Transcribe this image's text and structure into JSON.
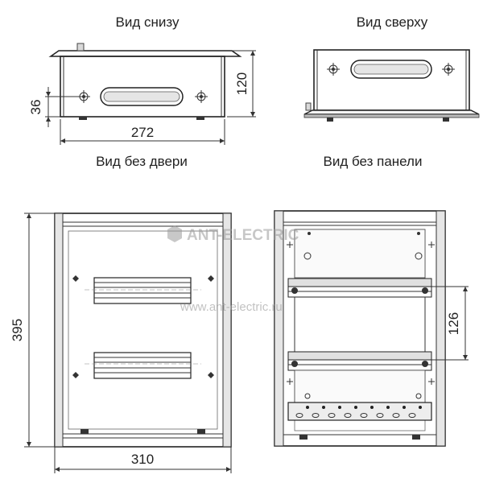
{
  "views": {
    "bottom_label": "Вид снизу",
    "top_label": "Вид сверху",
    "no_door_label": "Вид без двери",
    "no_panel_label": "Вид без панели"
  },
  "dimensions": {
    "width_bottom": "272",
    "height_bottom": "120",
    "offset_bottom": "36",
    "height_front": "395",
    "width_front": "310",
    "rail_spacing": "126"
  },
  "watermark": {
    "brand": "ANT-ELECTRIC",
    "url": "www.ant-electric.ru"
  }
}
